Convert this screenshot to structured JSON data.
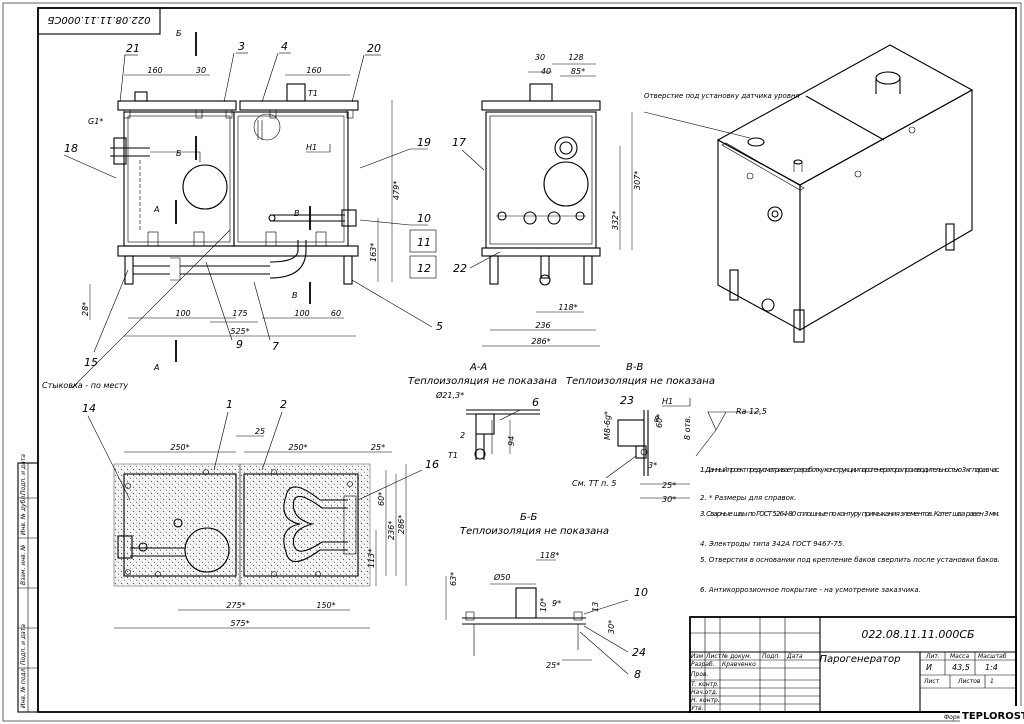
{
  "stamp": {
    "top_code": "022.08.11.11.000СБ"
  },
  "watermark": "TEPLOROST",
  "positions": [
    "21",
    "3",
    "4",
    "20",
    "18",
    "19",
    "17",
    "10",
    "11",
    "12",
    "22",
    "5",
    "15",
    "9",
    "7",
    "14",
    "1",
    "2",
    "16",
    "6",
    "23",
    "24",
    "8"
  ],
  "labels": {
    "g1": "G1*",
    "b_top": "Б",
    "b_mid": "Б",
    "a_left": "А",
    "a_bot": "А",
    "v_top": "В",
    "v_bot": "В",
    "t1": "T1",
    "n1": "H1",
    "stykovka": "Стыковка - по месту",
    "sensor_hole": "Отверстие под установку датчика уровня"
  },
  "dims_front": {
    "d160a": "160",
    "d30": "30",
    "d160b": "160",
    "d479": "479*",
    "d163": "163*",
    "d28": "28*",
    "d100a": "100",
    "d175": "175",
    "d100b": "100",
    "d60": "60",
    "d525": "525*"
  },
  "dims_side": {
    "d30": "30",
    "d128": "128",
    "d40": "40",
    "d85": "85*",
    "d307": "307*",
    "d332": "332*",
    "d118": "118*",
    "d236": "236",
    "d286": "286*"
  },
  "dims_plan": {
    "d250a": "250*",
    "d25a": "25",
    "d250b": "250*",
    "d25b": "25*",
    "d60": "60*",
    "d236": "236*",
    "d286": "286*",
    "d113": "113*",
    "d275": "275*",
    "d150": "150*",
    "d575": "575*"
  },
  "section_aa": {
    "title": "А-А",
    "subtitle": "Теплоизоляция не показана",
    "d21": "Ø21,3*",
    "d94": "94",
    "t1": "T1",
    "n6": "6",
    "n2": "2"
  },
  "section_vv": {
    "title": "В-В",
    "subtitle": "Теплоизоляция не показана",
    "m8": "М8-6g*",
    "d60": "60*",
    "d8": "8 отв.",
    "h1": "Н1",
    "ra": "Ra 12,5",
    "d3": "3*",
    "d25": "25*",
    "d30": "30*",
    "see": "См. ТТ п. 5",
    "n8": "8"
  },
  "section_bb": {
    "title": "Б-Б",
    "subtitle": "Теплоизоляция не показана",
    "d118": "118*",
    "d50": "Ø50",
    "d63": "63*",
    "d10": "10*",
    "d9": "9*",
    "d13": "13",
    "d30": "30*",
    "d25": "25*"
  },
  "notes": [
    "1.  Данный проект предусматривает разработку конструкции парогенератора производительностью 3 кг пара в час.",
    "2.  * Размеры для справок.",
    "3.  Сварные швы по ГОСТ 5264-80 сплошные по контуру примыкания элементов. Катет шва равен 3 мм.",
    "4.  Электроды типа 342А ГОСТ 9467-75.",
    "5.  Отверстия в основании под крепление баков сверлить после установки баков.",
    "6.  Антикоррозионное покрытие - на усмотрение заказчика."
  ],
  "title_block": {
    "code": "022.08.11.11.000СБ",
    "name": "Парогенератор",
    "lit_h": "Лит.",
    "mass_h": "Масса",
    "scale_h": "Масштаб",
    "lit": "И",
    "mass": "43,5",
    "scale": "1:4",
    "sheet": "Лист",
    "sheets": "Листов",
    "sheets_v": "1",
    "cols": [
      "Изм",
      "Лист",
      "№ докум.",
      "Подп.",
      "Дата"
    ],
    "rows": [
      "Разраб.",
      "Пров.",
      "Т. контр.",
      "Нач.отд.",
      "Н. контр.",
      "Утв."
    ],
    "developer": "Кравченко",
    "format": "Формат"
  },
  "side_stamp": [
    "Подп. и дата",
    "Инв. № дубл.",
    "Взам. инв. №",
    "Подп. и дата",
    "Инв. № подл."
  ]
}
